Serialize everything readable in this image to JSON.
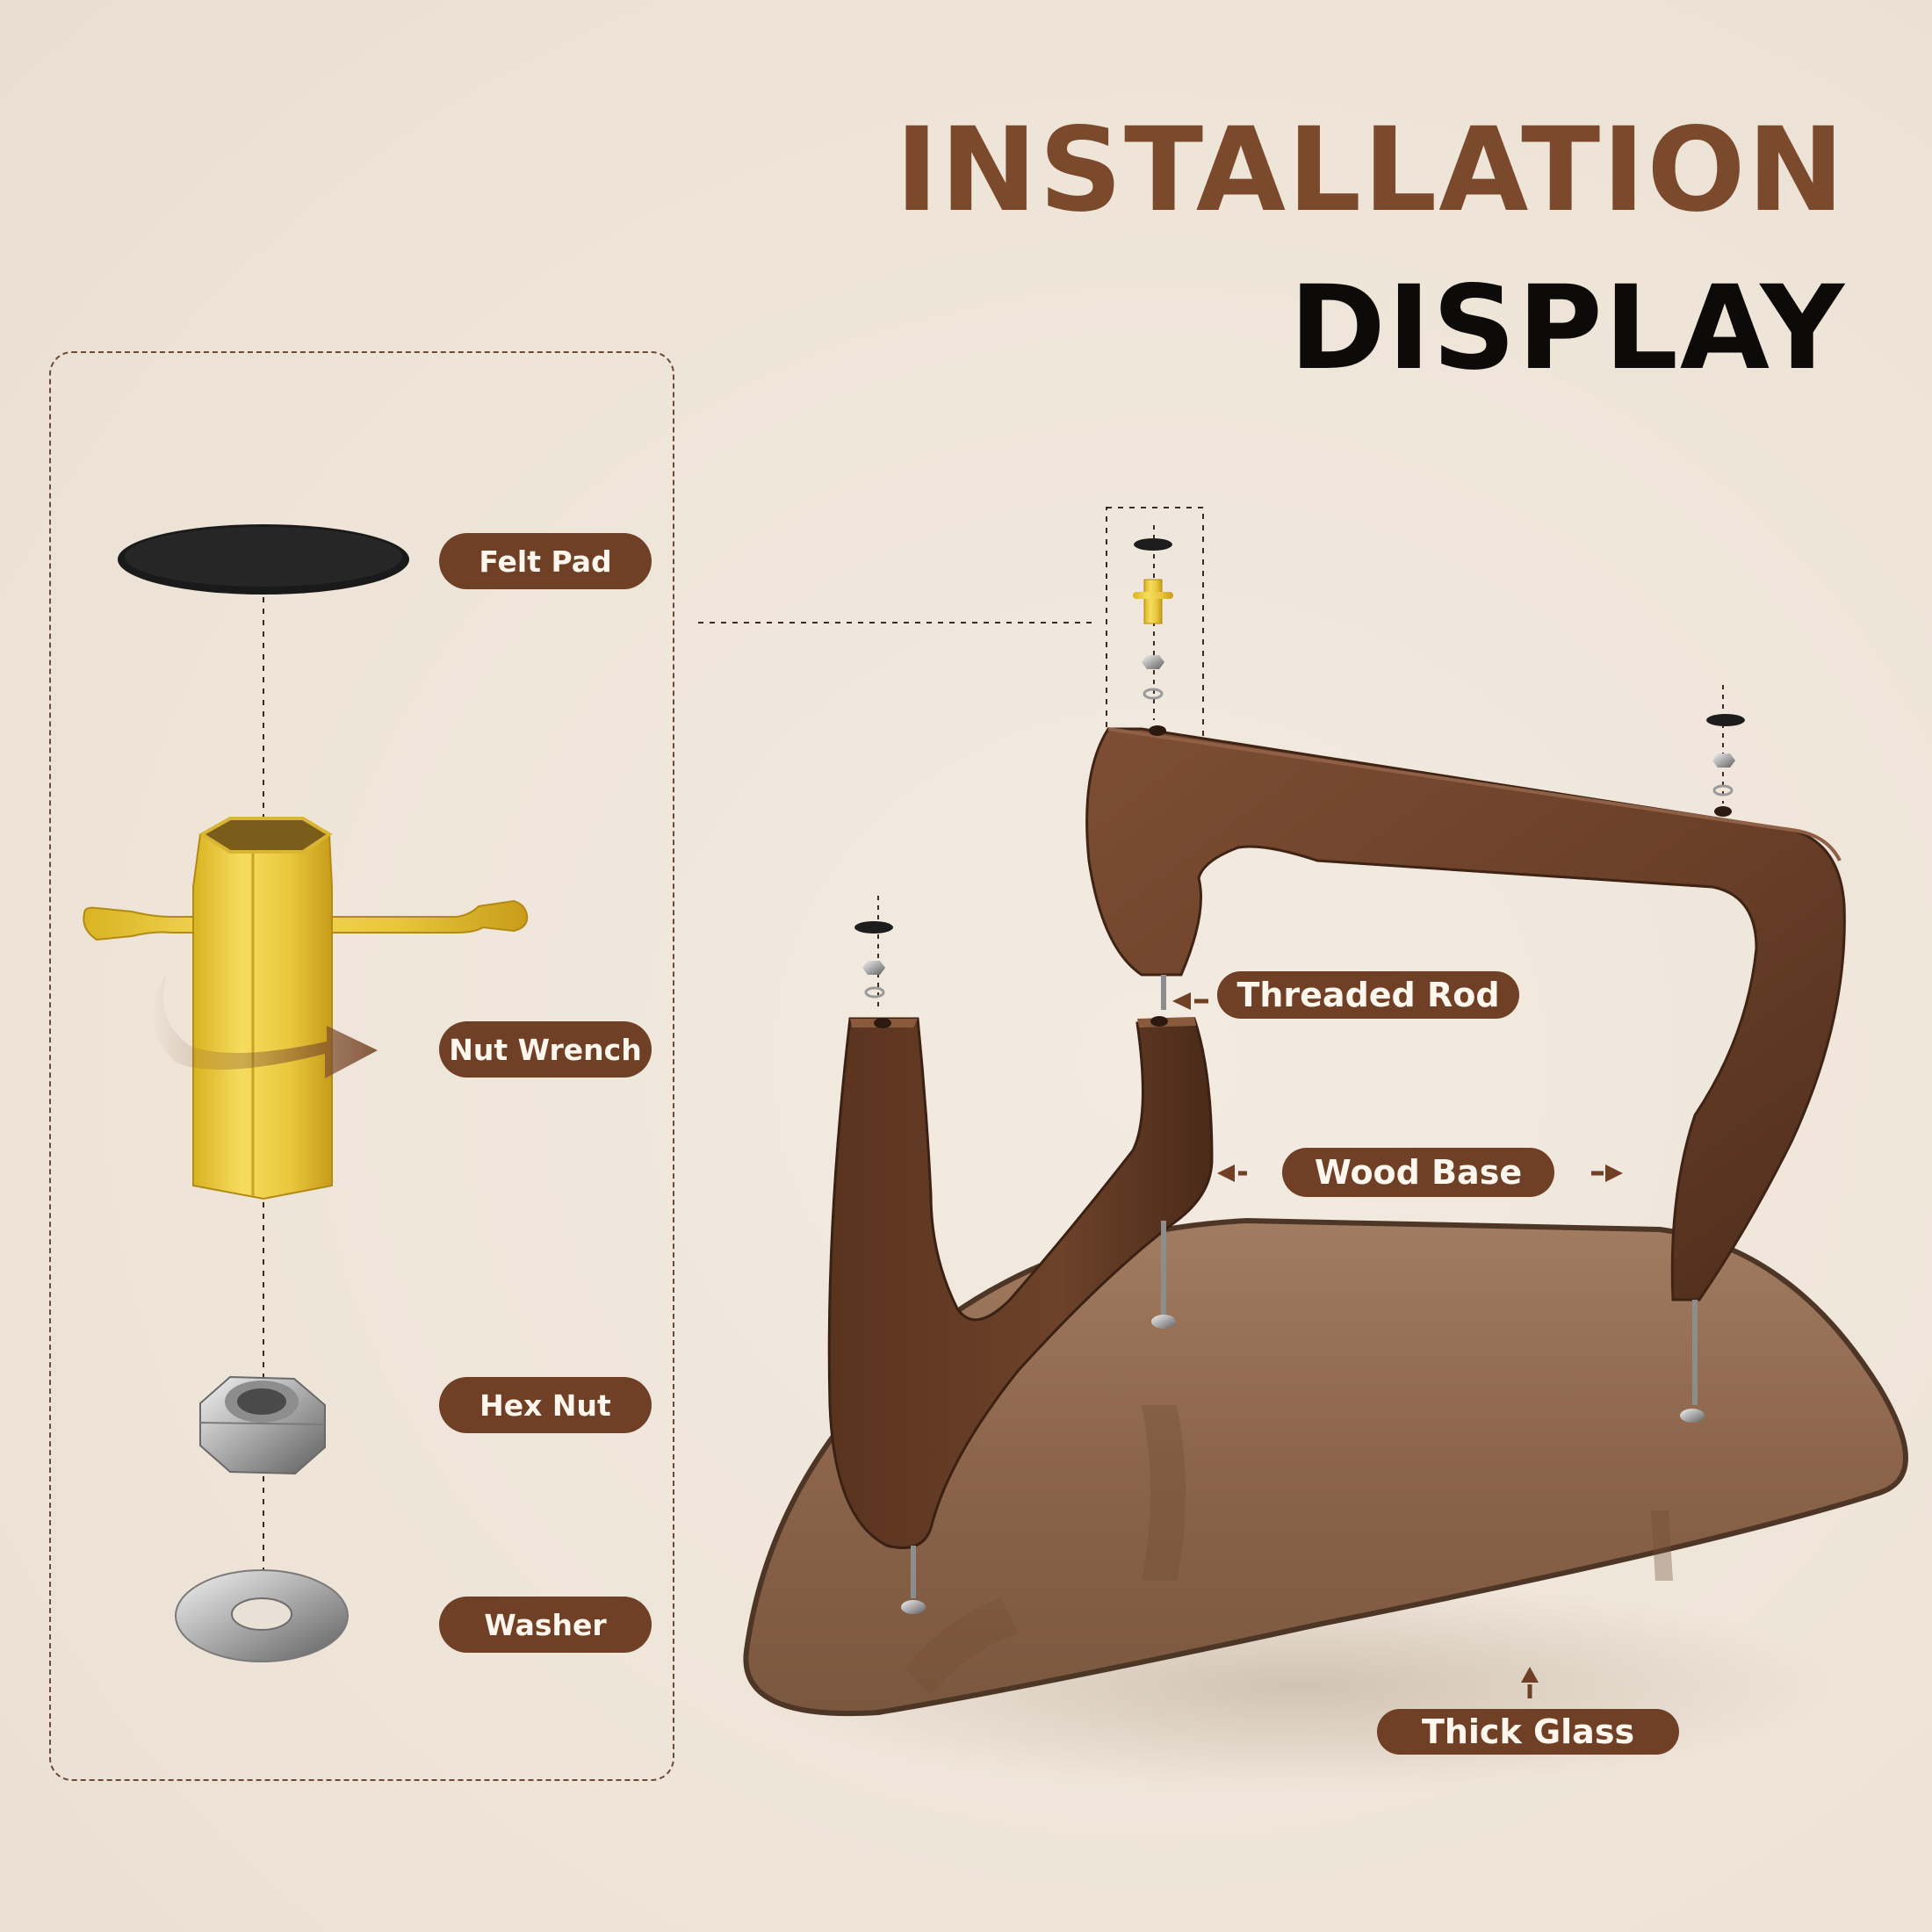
{
  "heading": {
    "line1": "INSTALLATION",
    "line2": "DISPLAY"
  },
  "parts": {
    "felt_pad": "Felt Pad",
    "nut_wrench": "Nut Wrench",
    "hex_nut": "Hex Nut",
    "washer": "Washer"
  },
  "assembly": {
    "threaded_rod": "Threaded Rod",
    "wood_base": "Wood Base",
    "thick_glass": "Thick Glass"
  },
  "colors": {
    "background": "#efe6db",
    "accent_brown": "#7b4a2d",
    "label_fill": "#6f3f26",
    "label_text": "#fff6ee",
    "wood": "#6a4028",
    "glass": "#8a6247",
    "brass": "#e8c63a"
  }
}
